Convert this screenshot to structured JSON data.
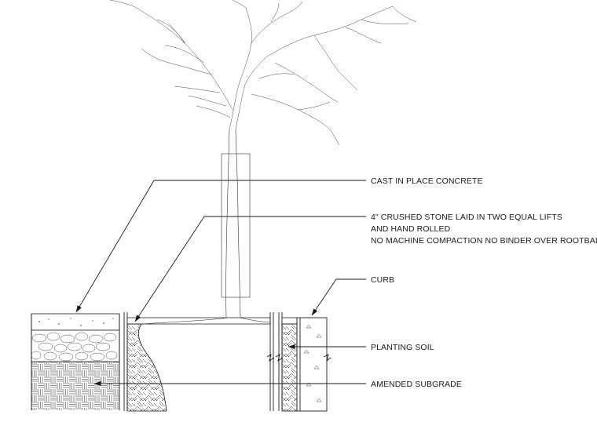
{
  "drawing": {
    "callouts": {
      "concrete": "CAST IN PLACE CONCRETE",
      "stone_line1": "4\"  CRUSHED STONE LAID IN TWO EQUAL LIFTS",
      "stone_line2": "AND HAND ROLLED",
      "stone_line3": "NO MACHINE COMPACTION NO BINDER OVER ROOTBALL",
      "curb": "CURB",
      "soil": "PLANTING SOIL",
      "subgrade": "AMENDED SUBGRADE"
    }
  }
}
